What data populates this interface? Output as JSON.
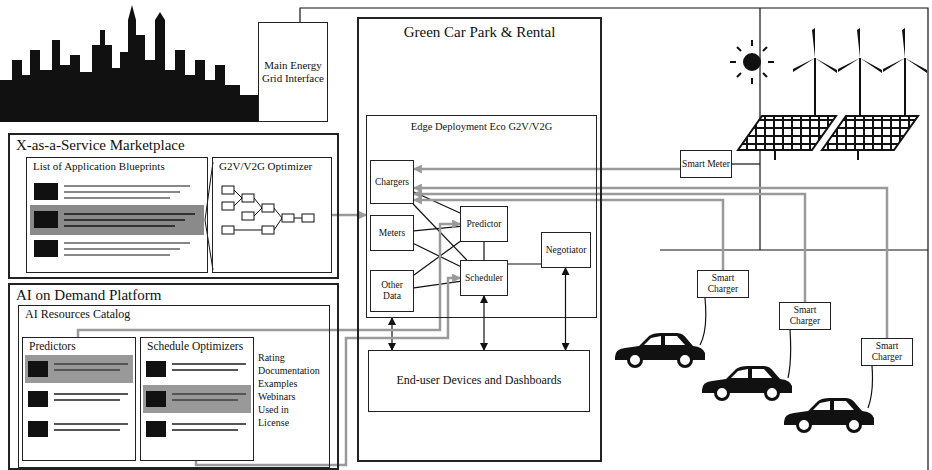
{
  "diagram": {
    "nodes": [
      {
        "text": [
          "Main Energy Grid Interface"
        ]
      },
      {
        "text": [
          "X-as-a-Service Marketplace"
        ]
      },
      {
        "text": [
          "List of Application Blueprints"
        ],
        "in": 1
      },
      {
        "text": [
          "G2V/V2G Optimizer"
        ],
        "in": 1
      },
      {
        "text": [
          "AI on Demand Platform"
        ]
      },
      {
        "text": [
          "AI Resources Catalog"
        ],
        "in": 4
      },
      {
        "text": [
          "Predictors"
        ],
        "in": 5
      },
      {
        "text": [
          "Schedule Optimizers"
        ],
        "in": 5
      },
      {
        "text": [
          "Green Car Park & Rental"
        ]
      },
      {
        "text": [
          "Edge Deployment Eco G2V/V2G"
        ],
        "in": 8
      },
      {
        "text": [
          "Chargers"
        ],
        "in": 9
      },
      {
        "text": [
          "Meters"
        ],
        "in": 9
      },
      {
        "text": [
          "Other Data"
        ],
        "in": 9
      },
      {
        "text": [
          "Predictor"
        ],
        "in": 9
      },
      {
        "text": [
          "Scheduler"
        ],
        "in": 9
      },
      {
        "text": [
          "Negotiator"
        ],
        "in": 9
      },
      {
        "text": [
          "End-user Devices and Dashboards"
        ],
        "in": 8
      },
      {
        "text": [
          "Smart Meter"
        ]
      },
      {
        "text": [
          "Smart Charger"
        ]
      },
      {
        "text": [
          "Smart Charger"
        ]
      },
      {
        "text": [
          "Smart Charger"
        ]
      }
    ],
    "edges": [
      {
        "from": 3,
        "to": 9,
        "arrow": "to"
      },
      {
        "from": 10,
        "to": 13,
        "arrow": "none"
      },
      {
        "from": 10,
        "to": 14,
        "arrow": "none"
      },
      {
        "from": 11,
        "to": 13,
        "arrow": "none"
      },
      {
        "from": 11,
        "to": 14,
        "arrow": "none"
      },
      {
        "from": 12,
        "to": 13,
        "arrow": "none"
      },
      {
        "from": 12,
        "to": 14,
        "arrow": "none"
      },
      {
        "from": 13,
        "to": 14,
        "arrow": "none"
      },
      {
        "from": 14,
        "to": 15,
        "arrow": "none"
      },
      {
        "from": 9,
        "to": 16,
        "arrow": "both"
      },
      {
        "from": 14,
        "to": 16,
        "arrow": "both"
      },
      {
        "from": 15,
        "to": 16,
        "arrow": "both"
      },
      {
        "from": 17,
        "to": 10,
        "arrow": "to"
      },
      {
        "from": 18,
        "to": 10,
        "arrow": "to"
      },
      {
        "from": 19,
        "to": 10,
        "arrow": "to"
      },
      {
        "from": 20,
        "to": 10,
        "arrow": "to"
      },
      {
        "from": 6,
        "to": 13,
        "arrow": "to"
      },
      {
        "from": 7,
        "to": 14,
        "arrow": "to"
      }
    ],
    "labels": [
      "Rating",
      "Documentation",
      "Examples",
      "Webinars",
      "Used in",
      "License"
    ]
  }
}
